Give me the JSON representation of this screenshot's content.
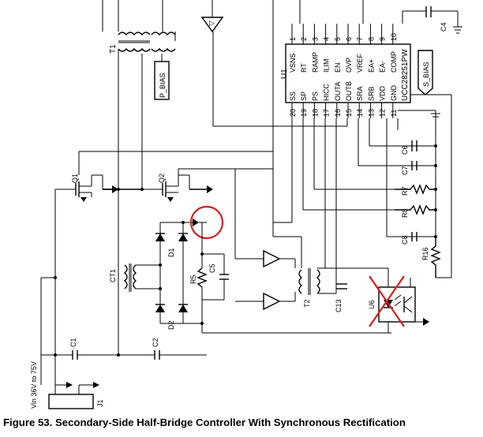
{
  "caption": "Figure 53.  Secondary-Side Half-Bridge Controller With Synchronous Rectification",
  "ic": {
    "ref": "U1",
    "part": "UCC28251PW",
    "pins_left": [
      {
        "num": "1",
        "name": "VSNS"
      },
      {
        "num": "2",
        "name": "RT"
      },
      {
        "num": "3",
        "name": "RAMP"
      },
      {
        "num": "4",
        "name": "ILIM"
      },
      {
        "num": "5",
        "name": "EN"
      },
      {
        "num": "6",
        "name": "OVP"
      },
      {
        "num": "7",
        "name": "VREF"
      },
      {
        "num": "8",
        "name": "EA+"
      },
      {
        "num": "9",
        "name": "EA-"
      },
      {
        "num": "10",
        "name": "COMP"
      }
    ],
    "pins_right": [
      {
        "num": "20",
        "name": "SS"
      },
      {
        "num": "19",
        "name": "SP"
      },
      {
        "num": "18",
        "name": "PS"
      },
      {
        "num": "17",
        "name": "HICC"
      },
      {
        "num": "16",
        "name": "OUTA"
      },
      {
        "num": "15",
        "name": "OUTB"
      },
      {
        "num": "14",
        "name": "SRA"
      },
      {
        "num": "13",
        "name": "SRB"
      },
      {
        "num": "12",
        "name": "VDD"
      },
      {
        "num": "11",
        "name": "GND"
      }
    ]
  },
  "components": {
    "t1": "T1",
    "t2": "T2",
    "ct1": "CT1",
    "q1": "Q1",
    "q2": "Q2",
    "d1": "D1",
    "d2": "D2",
    "r5": "R5",
    "r7": "R7",
    "r8": "R8",
    "r16": "R16",
    "c1": "C1",
    "c2": "C2",
    "c4": "C4",
    "c5": "C5",
    "c6": "C6",
    "c7": "C7",
    "c8": "C8",
    "c13": "C13",
    "u6": "U6",
    "j1": "J1"
  },
  "net_labels": {
    "p_bias": "P_BIAS",
    "s_bias": "S_BIAS"
  },
  "input_label": "Vin 36V to 75V",
  "annotations": {
    "circle_color": "#d62020",
    "cross_color": "#d62020"
  }
}
